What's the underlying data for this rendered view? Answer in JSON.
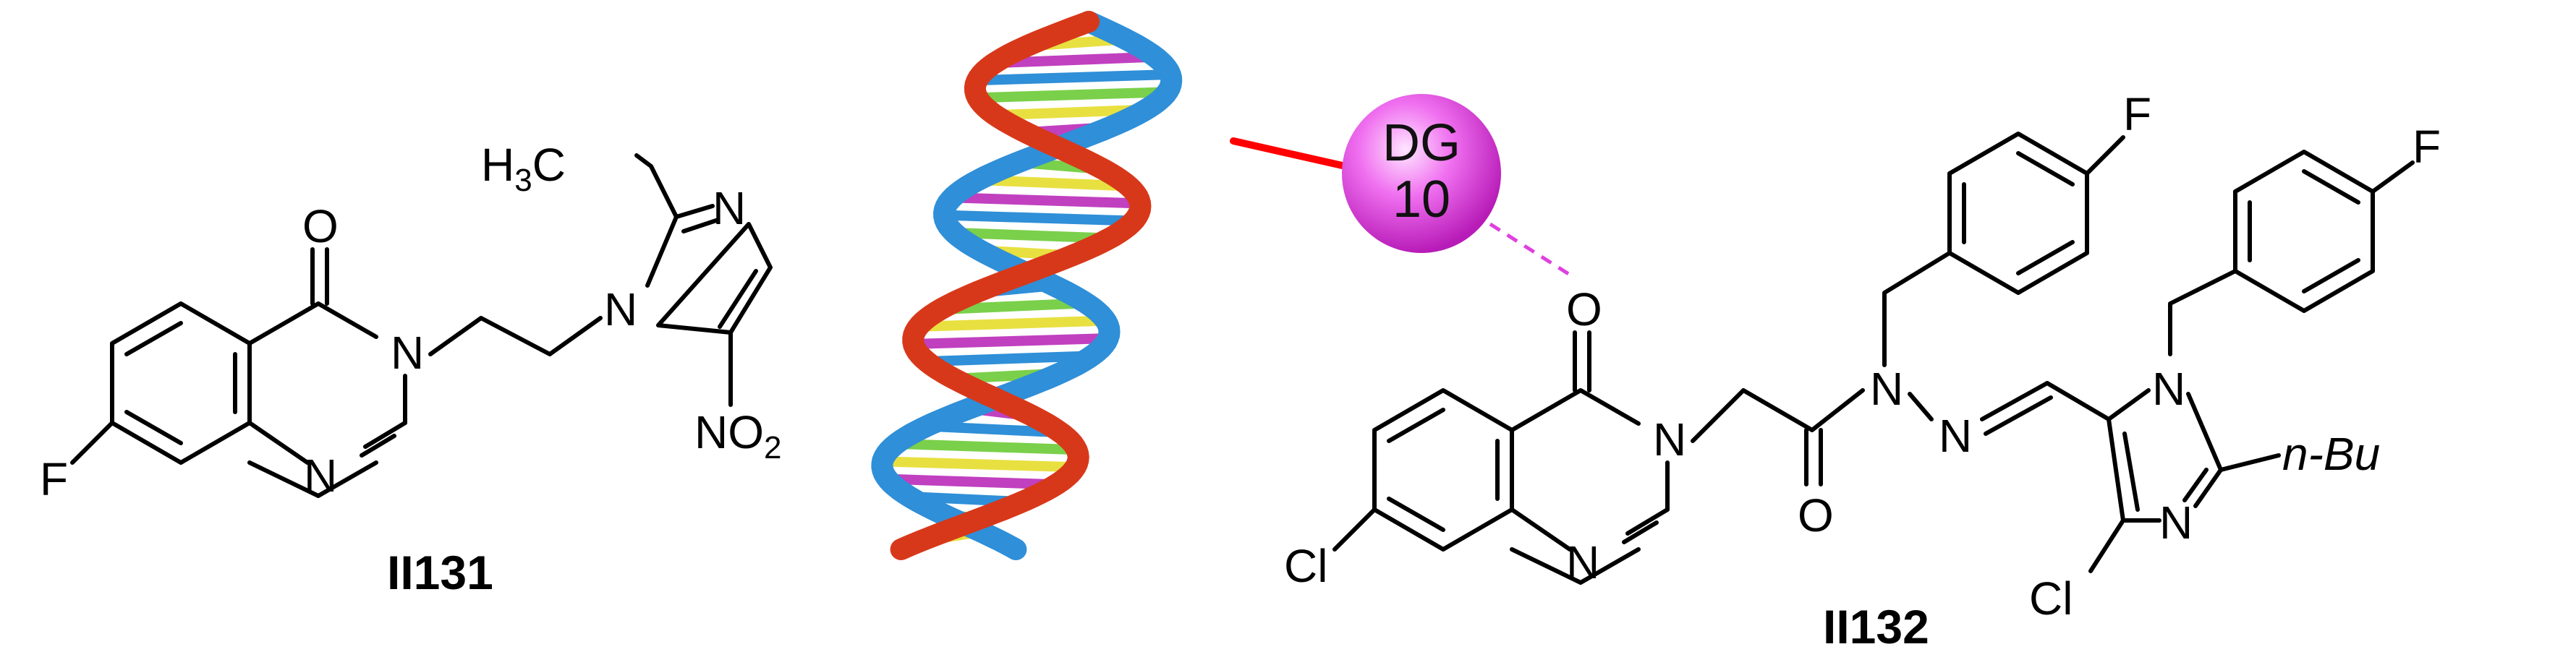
{
  "compound_left": {
    "id": "II131",
    "atoms": {
      "o_carbonyl": "O",
      "n3": "N",
      "n1": "N",
      "f": "F",
      "n_imidazole_1": "N",
      "n_imidazole_3": "N",
      "methyl_h": "H",
      "methyl_sub": "3",
      "methyl_c": "C",
      "nitro_n": "NO",
      "nitro_sub": "2"
    }
  },
  "compound_right": {
    "id": "II132",
    "atoms": {
      "o_carbonyl": "O",
      "n3": "N",
      "n1": "N",
      "cl_quin": "Cl",
      "o_amide": "O",
      "n_hydrazide": "N",
      "n_imine": "N",
      "f_top": "F",
      "f_right": "F",
      "n_imid_1": "N",
      "n_imid_3": "N",
      "cl_imid": "Cl",
      "butyl": "n-Bu"
    }
  },
  "dna_target": {
    "line1": "DG",
    "line2": "10"
  },
  "colors": {
    "dg_sphere": "#e040e0",
    "dg_link": "#ff0000",
    "hbond": "#e040e0",
    "strand_a": "#2f8fd8",
    "strand_b": "#d8381a",
    "rung_colors": [
      "#7ad04a",
      "#e8e040",
      "#c040c0",
      "#2f8fd8"
    ]
  }
}
